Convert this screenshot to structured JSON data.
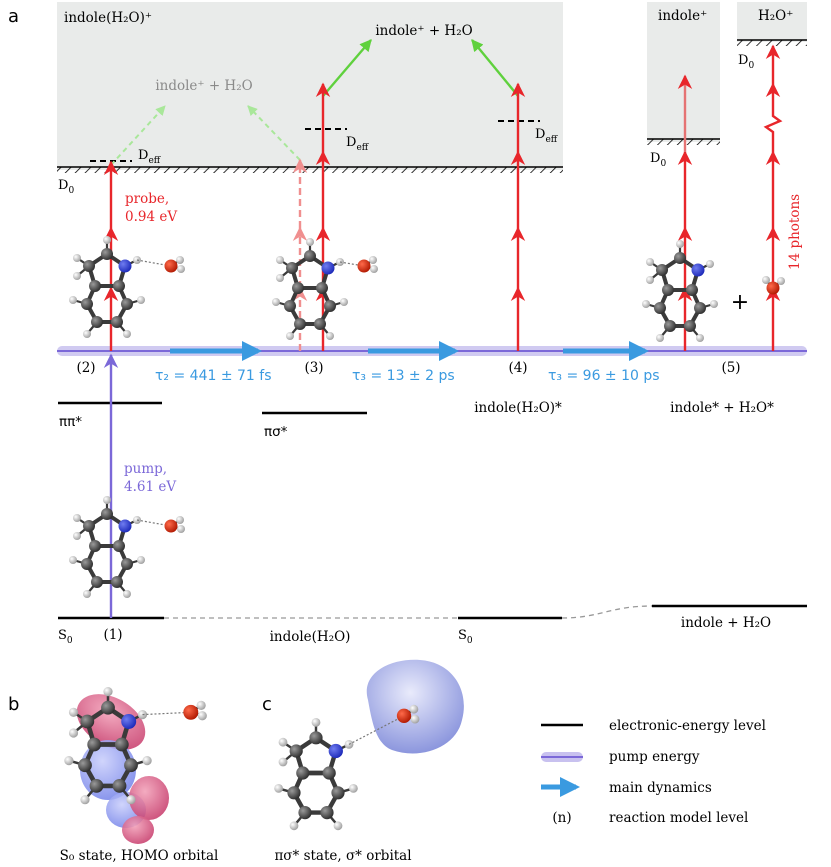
{
  "panels": {
    "a": "a",
    "b": "b",
    "c": "c"
  },
  "regions": {
    "complex_ion": "indole(H₂O)⁺",
    "indole_ion": "indole⁺",
    "water_ion": "H₂O⁺"
  },
  "products": {
    "top": "indole⁺ + H₂O",
    "left_faded": "indole⁺ + H₂O"
  },
  "thresholds": {
    "d0": "D",
    "d0_sub": "0",
    "deff": "D",
    "deff_sub": "eff"
  },
  "probe": {
    "label": "probe,",
    "energy": "0.94 eV"
  },
  "pump": {
    "label": "pump,",
    "energy": "4.61 eV"
  },
  "photons_label": "14 photons",
  "plus_sign": "+",
  "timeline": {
    "tau2": "τ₂ = 441 ± 71 fs",
    "tau3": "τ₃ = 13 ± 2 ps",
    "tau3b": "τ₃ = 96 ± 10 ps"
  },
  "model_levels": [
    "(1)",
    "(2)",
    "(3)",
    "(4)",
    "(5)"
  ],
  "states": {
    "pipi": "ππ*",
    "pisigma": "πσ*",
    "complex_excited": "indole(H₂O)*",
    "dissociated_excited": "indole* + H₂O*",
    "s0": "S",
    "s0_sub": "0",
    "ground_complex": "indole(H₂O)",
    "ground_dissociated": "indole + H₂O"
  },
  "captions": {
    "b": "S₀ state, HOMO orbital",
    "c": "πσ* state, σ* orbital"
  },
  "legend": [
    {
      "key": "electronic",
      "label": "electronic-energy level"
    },
    {
      "key": "pump",
      "label": "pump energy"
    },
    {
      "key": "dynamics",
      "label": "main dynamics"
    },
    {
      "key": "model",
      "symbol": "(n)",
      "label": "reaction model level"
    }
  ],
  "colors": {
    "probe": "#e8262b",
    "probe_faded": "#f08f8f",
    "pump": "#7b68d8",
    "dynamics": "#3a9ae0",
    "product": "#5fd13d",
    "product_faded": "#a9e79a",
    "ion_region": "#e9ebea",
    "level": "#000000",
    "gray_text": "#8a8a8a"
  }
}
